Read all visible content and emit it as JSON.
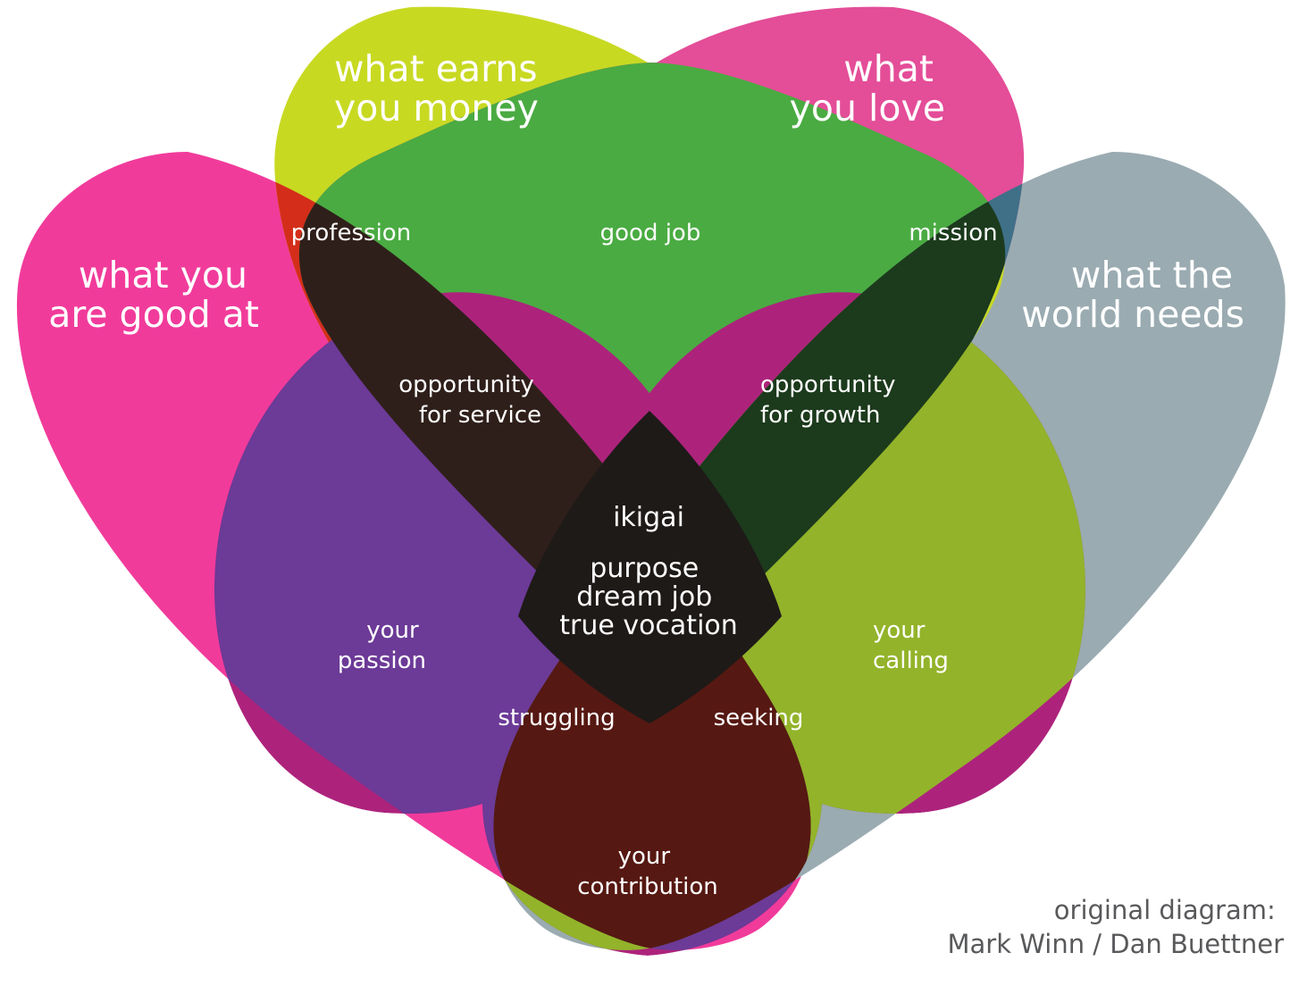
{
  "diagram": {
    "sets": [
      {
        "key": "good",
        "label": [
          "what you",
          "are good at"
        ],
        "color": "#f13b9b"
      },
      {
        "key": "money",
        "label": [
          "what earns",
          "you money"
        ],
        "color": "#c8d922"
      },
      {
        "key": "love",
        "label": [
          "what",
          "you love"
        ],
        "color": "#e44d98"
      },
      {
        "key": "world",
        "label": [
          "what the",
          "world needs"
        ],
        "color": "#9aabb1"
      }
    ],
    "regions": {
      "profession": {
        "label": [
          "profession"
        ],
        "color": "#d42e1a"
      },
      "good_job": {
        "label": [
          "good job"
        ],
        "color": "#4aab42"
      },
      "mission": {
        "label": [
          "mission"
        ],
        "color": "#3f7088"
      },
      "service": {
        "label": [
          "opportunity",
          "for service"
        ],
        "color": "#2f1f1a"
      },
      "growth": {
        "label": [
          "opportunity",
          "for growth"
        ],
        "color": "#1c3a1c"
      },
      "ikigai": {
        "label": [
          "ikigai"
        ],
        "color": "#1e1a18"
      },
      "purpose": {
        "label": [
          "purpose",
          "dream job",
          "true vocation"
        ]
      },
      "passion": {
        "label": [
          "your",
          "passion"
        ],
        "color": "#6c3a97"
      },
      "calling": {
        "label": [
          "your",
          "calling"
        ],
        "color": "#93b32a"
      },
      "struggling": {
        "label": [
          "struggling"
        ],
        "color": "#27174a"
      },
      "seeking": {
        "label": [
          "seeking"
        ],
        "color": "#561812"
      },
      "contribution": {
        "label": [
          "your",
          "contribution"
        ],
        "color": "#ad237c"
      }
    },
    "credit": [
      "original diagram:",
      "Mark Winn / Dan Buettner"
    ]
  }
}
